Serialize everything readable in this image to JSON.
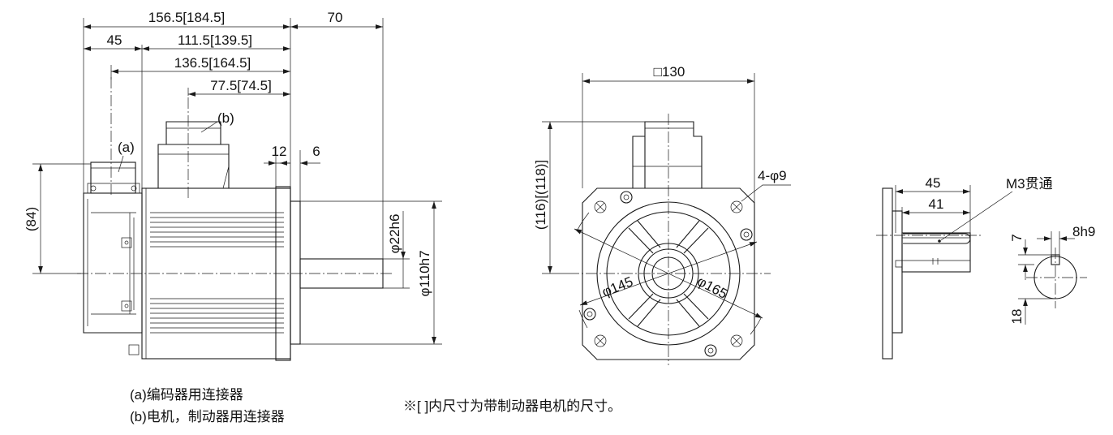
{
  "side_view": {
    "dim_overall": "156.5[184.5]",
    "dim_shaft_ext": "70",
    "dim_45": "45",
    "dim_111": "111.5[139.5]",
    "dim_136": "136.5[164.5]",
    "dim_77": "77.5[74.5]",
    "dim_12": "12",
    "dim_6": "6",
    "dim_84": "(84)",
    "dim_shaft_dia": "φ22h6",
    "dim_spigot": "φ110h7",
    "callout_a": "(a)",
    "callout_b": "(b)"
  },
  "front_view": {
    "dim_flange": "□130",
    "dim_height": "(116)[(118)]",
    "dim_holes": "4-φ9",
    "dim_145": "φ145",
    "dim_165": "φ165"
  },
  "shaft_view": {
    "dim_45": "45",
    "dim_41": "41",
    "thread": "M3贯通",
    "dim_8h9": "8h9",
    "dim_7": "7",
    "dim_18": "18"
  },
  "notes": {
    "legend_a": "(a)编码器用连接器",
    "legend_b": "(b)电机，制动器用连接器",
    "bracket_note": "※[ ]内尺寸为带制动器电机的尺寸。"
  }
}
